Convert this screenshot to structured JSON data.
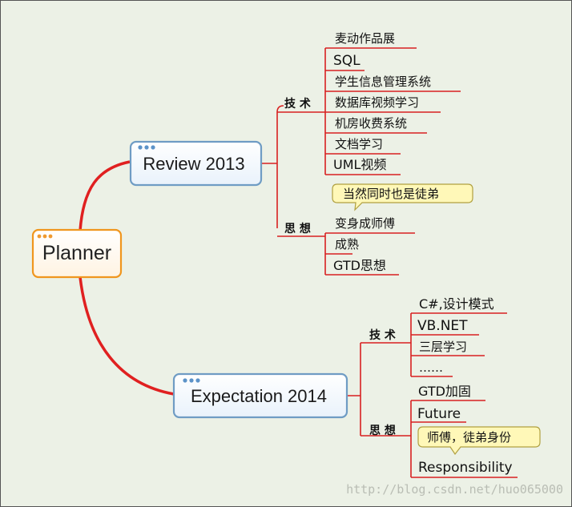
{
  "root": {
    "label": "Planner"
  },
  "branches": [
    {
      "label": "Review 2013",
      "groups": [
        {
          "label": "技 术",
          "items": [
            "麦动作品展",
            "SQL",
            "学生信息管理系统",
            "数据库视频学习",
            "机房收费系统",
            "文档学习",
            "UML视频"
          ]
        },
        {
          "label": "思 想",
          "callout": "当然同时也是徒弟",
          "items": [
            "变身成师傅",
            "成熟",
            "GTD思想"
          ]
        }
      ]
    },
    {
      "label": "Expectation 2014",
      "groups": [
        {
          "label": "技 术",
          "items": [
            "C#,设计模式",
            "VB.NET",
            "三层学习",
            "……"
          ]
        },
        {
          "label": "思 想",
          "callout": "师傅，徒弟身份",
          "items": [
            "GTD加固",
            "Future",
            "Responsibility"
          ]
        }
      ]
    }
  ],
  "watermark": "http://blog.csdn.net/huo065000",
  "colors": {
    "connector": "#e02020",
    "root_border": "#f0961e",
    "topic_border": "#6f9cc4",
    "callout_fill": "#fff8b8",
    "callout_border": "#b0a040",
    "background": "#ecf1e6"
  }
}
